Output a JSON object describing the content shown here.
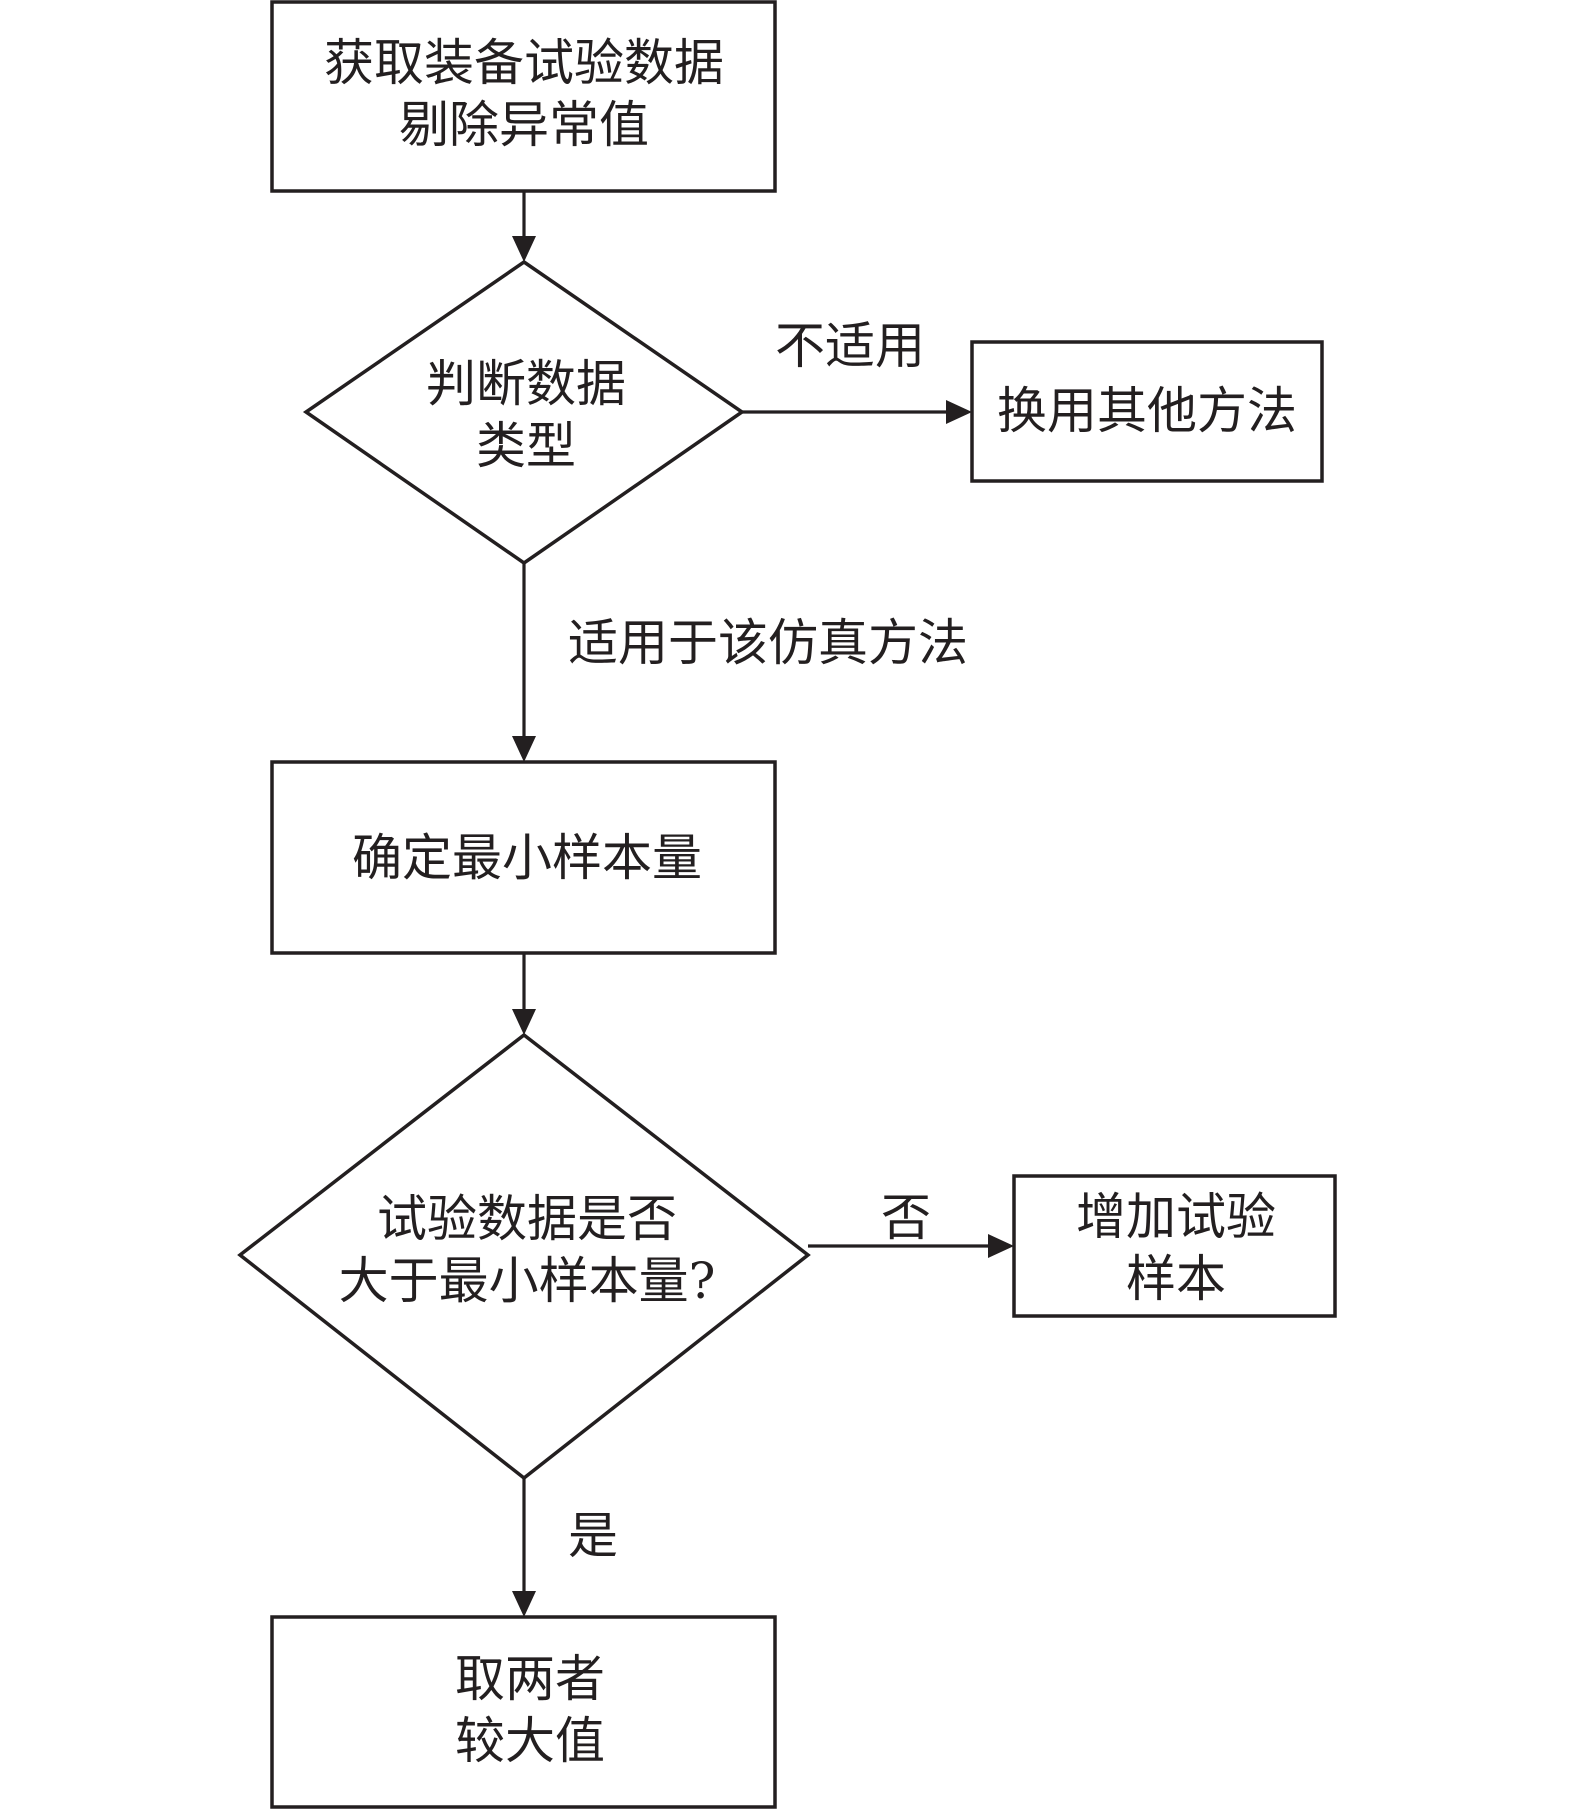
{
  "nodes": {
    "acquire": {
      "lines": [
        "获取装备试验数据",
        "剔除异常值"
      ]
    },
    "judge_type": {
      "lines": [
        "判断数据",
        "类型"
      ]
    },
    "other_method": {
      "lines": [
        "换用其他方法"
      ]
    },
    "min_sample": {
      "lines": [
        "确定最小样本量"
      ]
    },
    "compare": {
      "lines": [
        "试验数据是否",
        "大于最小样本量?"
      ]
    },
    "add_samples": {
      "lines": [
        "增加试验",
        "样本"
      ]
    },
    "take_max": {
      "lines": [
        "取两者",
        "较大值"
      ]
    }
  },
  "edges": {
    "not_applicable": "不适用",
    "applicable": "适用于该仿真方法",
    "no": "否",
    "yes": "是"
  }
}
